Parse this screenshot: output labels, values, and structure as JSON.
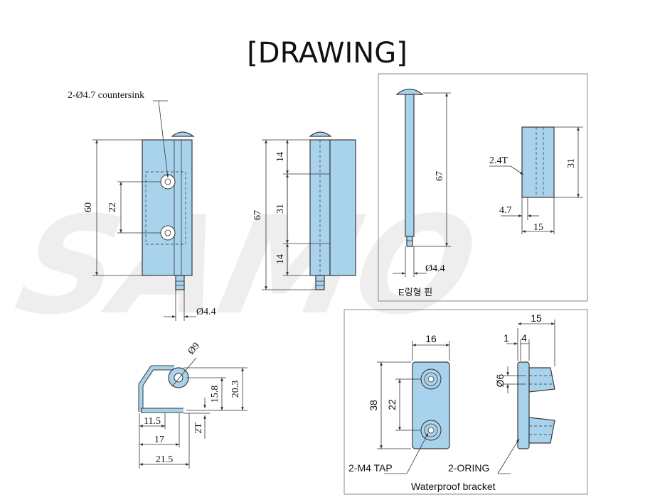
{
  "title": "[DRAWING]",
  "watermark": "SAMO",
  "front_view": {
    "callout": "2-Ø4.7 countersink",
    "height": "60",
    "hole_pitch": "22",
    "pin_dia": "Ø4.4"
  },
  "side_view": {
    "overall": "67",
    "top": "14",
    "middle": "31",
    "bottom": "14"
  },
  "pin_panel": {
    "length": "67",
    "dia": "Ø4.4",
    "caption": "E링형 핀",
    "leaf_height": "31",
    "thickness": "2.4T",
    "offset": "4.7",
    "width": "15"
  },
  "section_view": {
    "knuckle_dia": "Ø9",
    "h1": "15.8",
    "h2": "20.3",
    "thickness": "2T",
    "w1": "11.5",
    "w2": "17",
    "w3": "21.5"
  },
  "bracket_panel": {
    "width": "16",
    "height": "38",
    "pitch": "22",
    "tap_label": "2-M4 TAP",
    "total_width": "15",
    "dim_1": "1",
    "dim_4": "4",
    "dia": "Ø6",
    "oring_label": "2-ORING",
    "caption": "Waterproof bracket"
  }
}
